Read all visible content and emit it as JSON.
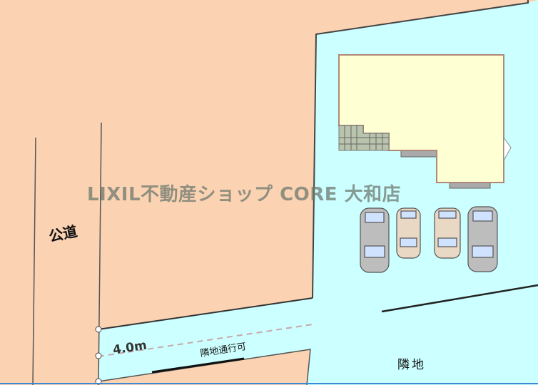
{
  "labels": {
    "road": "公道",
    "road_width": "4.0m",
    "passage_note": "隣地通行可",
    "neighbor": "隣地",
    "watermark": "LIXIL不動産ショップ CORE 大和店"
  },
  "colors": {
    "surroundings": "#fbd3b3",
    "lot": "#ccffff",
    "house": "#ffffd4"
  },
  "parking_spaces": 4
}
